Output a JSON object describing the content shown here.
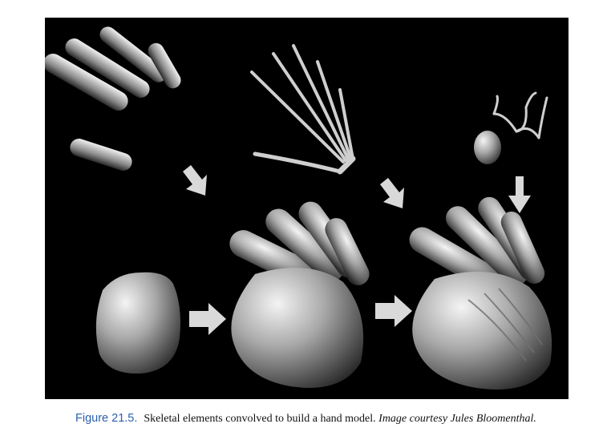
{
  "figure": {
    "label": "Figure 21.5.",
    "caption_text": "Skeletal elements convolved to build a hand model.",
    "credit_text": "Image courtesy Jules Bloomenthal."
  },
  "colors": {
    "caption_label": "#2a5fae",
    "background": "#000000",
    "arrow": "#d9d9d9"
  }
}
